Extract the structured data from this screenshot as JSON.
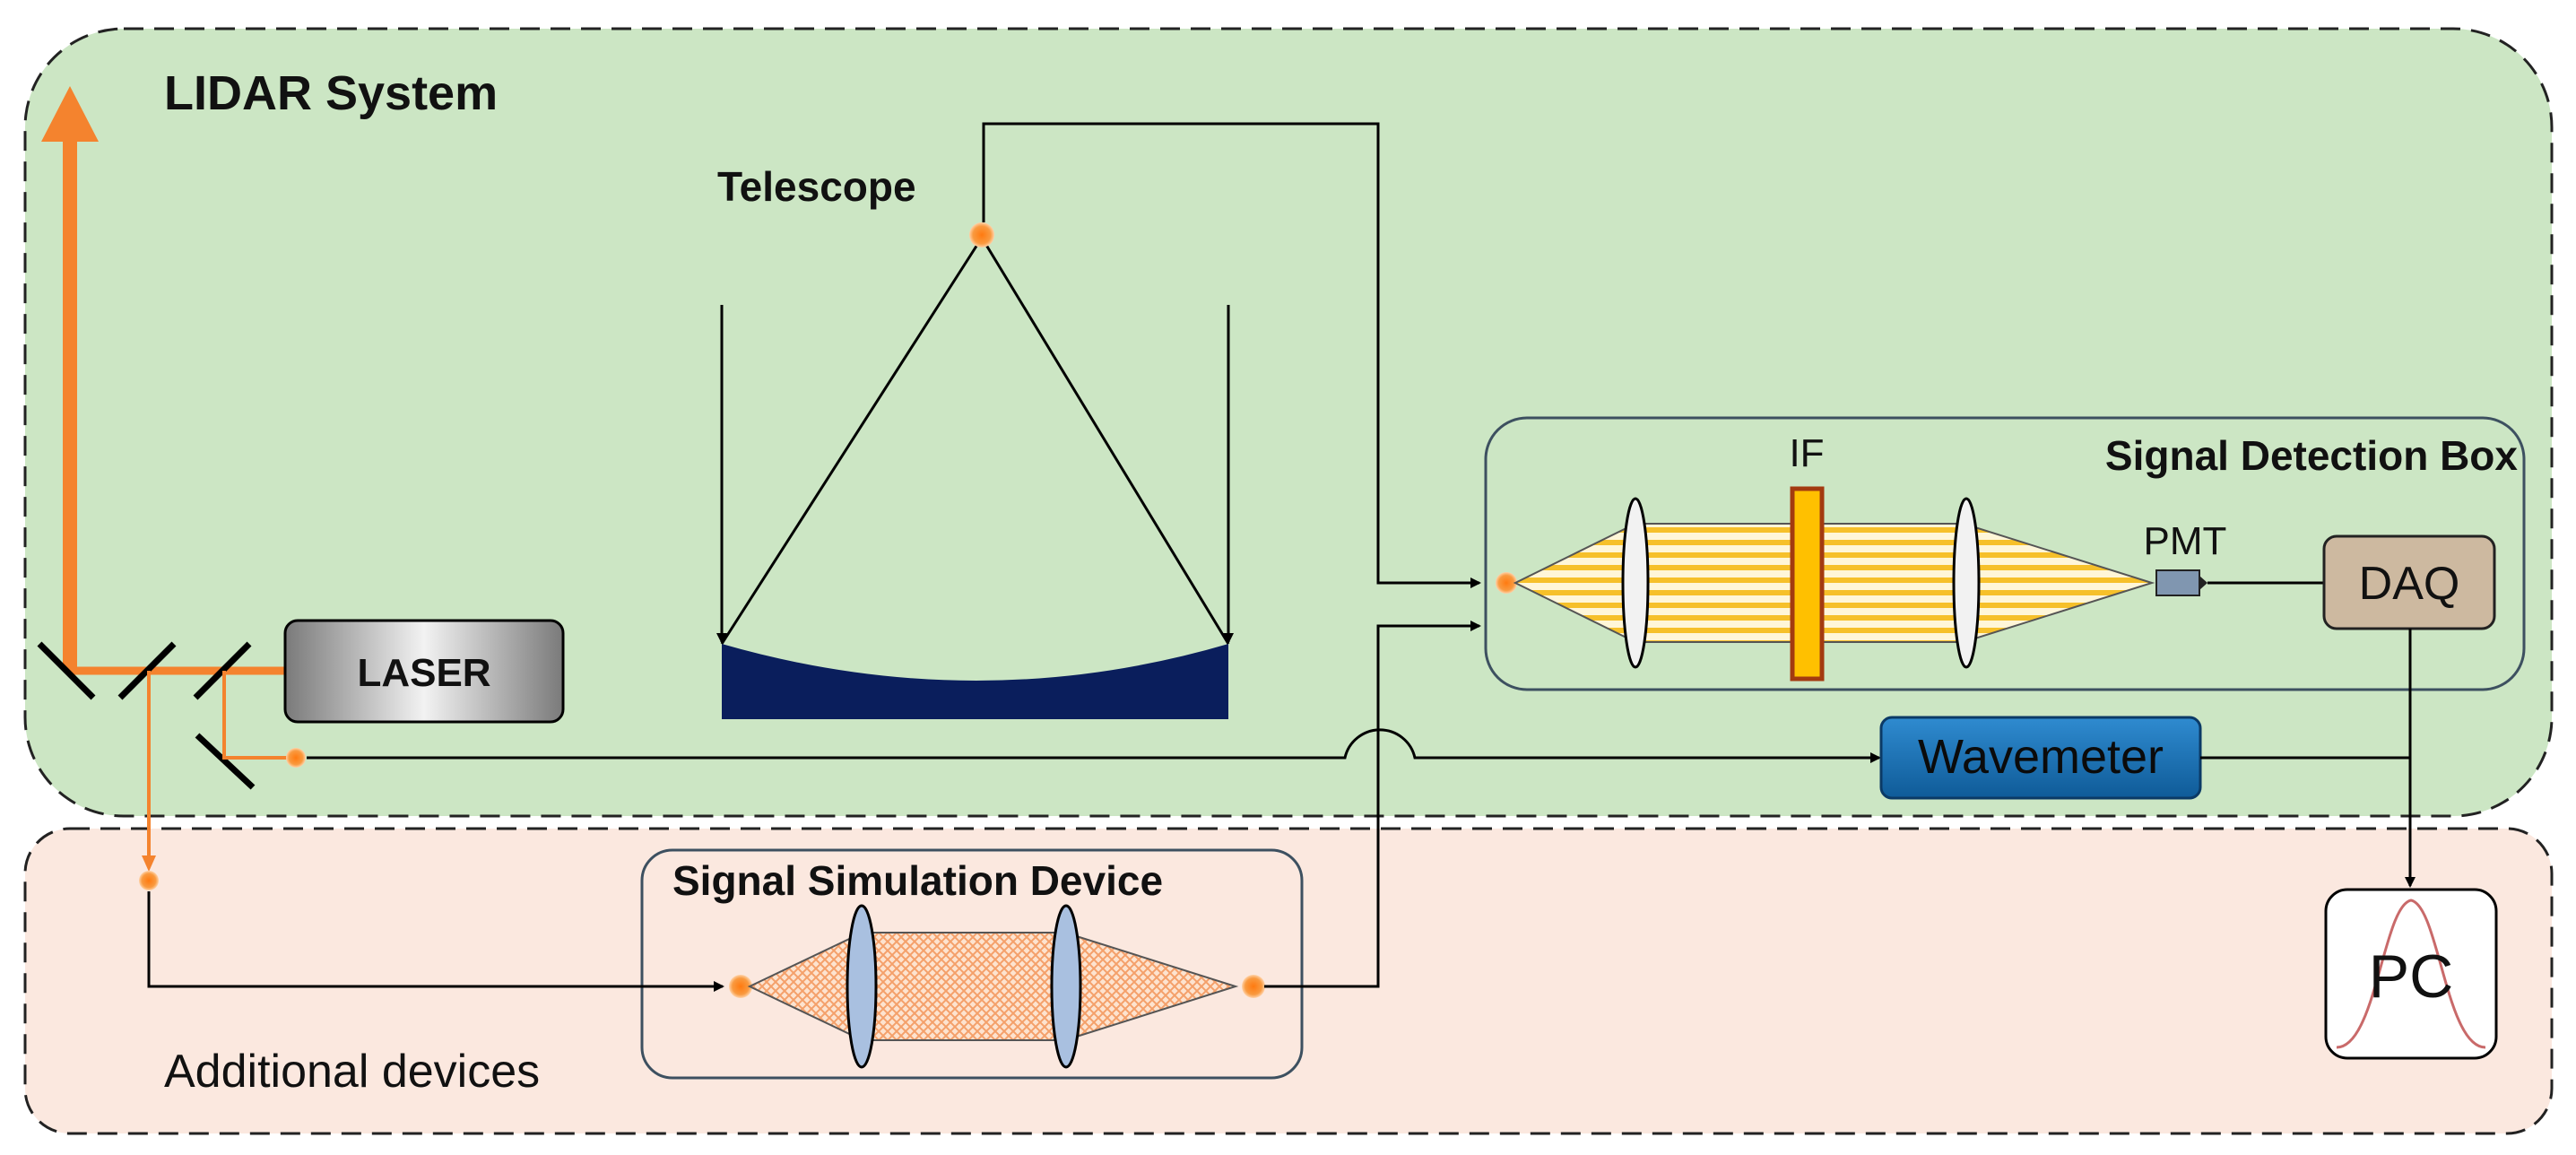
{
  "regions": {
    "lidar_system": {
      "label": "LIDAR System"
    },
    "additional_devices": {
      "label": "Additional devices"
    },
    "signal_detection_box": {
      "label": "Signal Detection Box"
    },
    "signal_simulation_device": {
      "label": "Signal Simulation Device"
    }
  },
  "components": {
    "telescope": {
      "label": "Telescope"
    },
    "laser": {
      "label": "LASER"
    },
    "if_filter": {
      "label": "IF"
    },
    "pmt": {
      "label": "PMT"
    },
    "daq": {
      "label": "DAQ"
    },
    "wavemeter": {
      "label": "Wavemeter"
    },
    "pc": {
      "label": "PC"
    }
  },
  "colors": {
    "lidar_fill": "#cce6c4",
    "additional_fill": "#fbe8df",
    "laser_beam": "#f4832e",
    "mirror_navy": "#0a1e5c",
    "daq_fill": "#cdb9a0",
    "wavemeter_fill": "#1a73b8",
    "if_fill": "#ffc000",
    "if_border": "#a33a10",
    "lens_blue": "#a9c0e0",
    "pmt_fill": "#8096b0"
  }
}
